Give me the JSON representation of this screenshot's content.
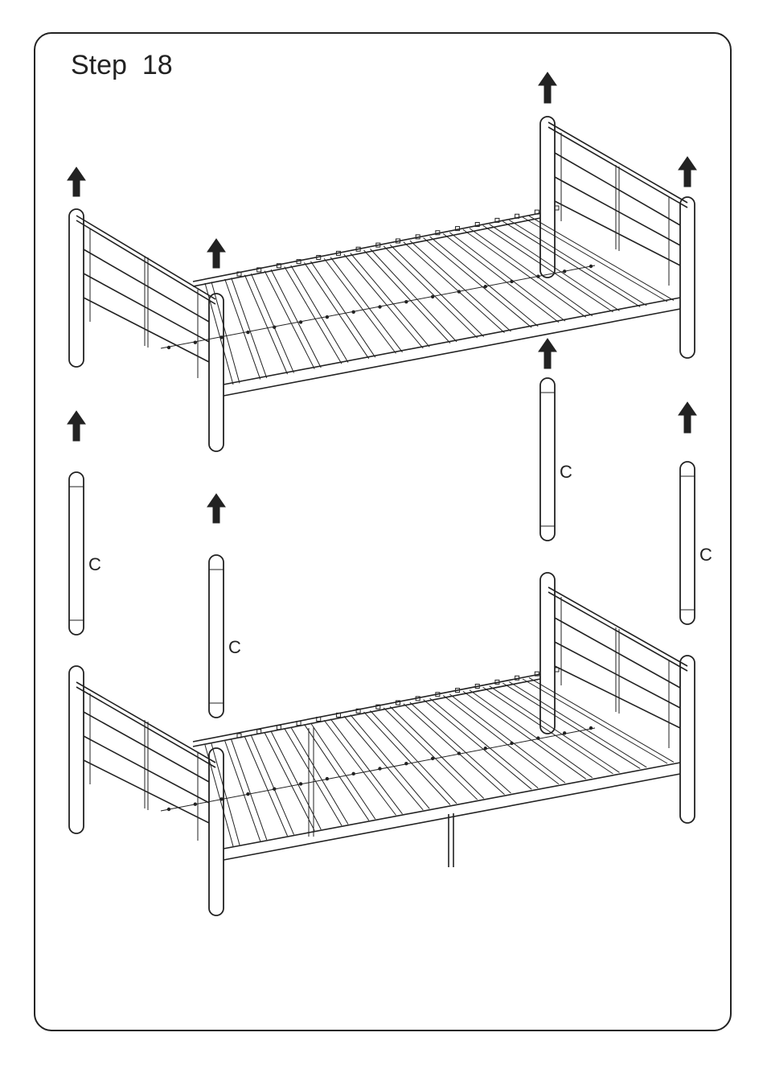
{
  "step": {
    "label": "Step",
    "number": "18",
    "title": "Step  18"
  },
  "part_labels": {
    "post_c_left": "C",
    "post_c_front_left": "C",
    "post_c_back_right": "C",
    "post_c_front_right": "C"
  },
  "arrow_icon": "up-arrow-icon",
  "colors": {
    "line": "#222222",
    "background": "#ffffff"
  }
}
